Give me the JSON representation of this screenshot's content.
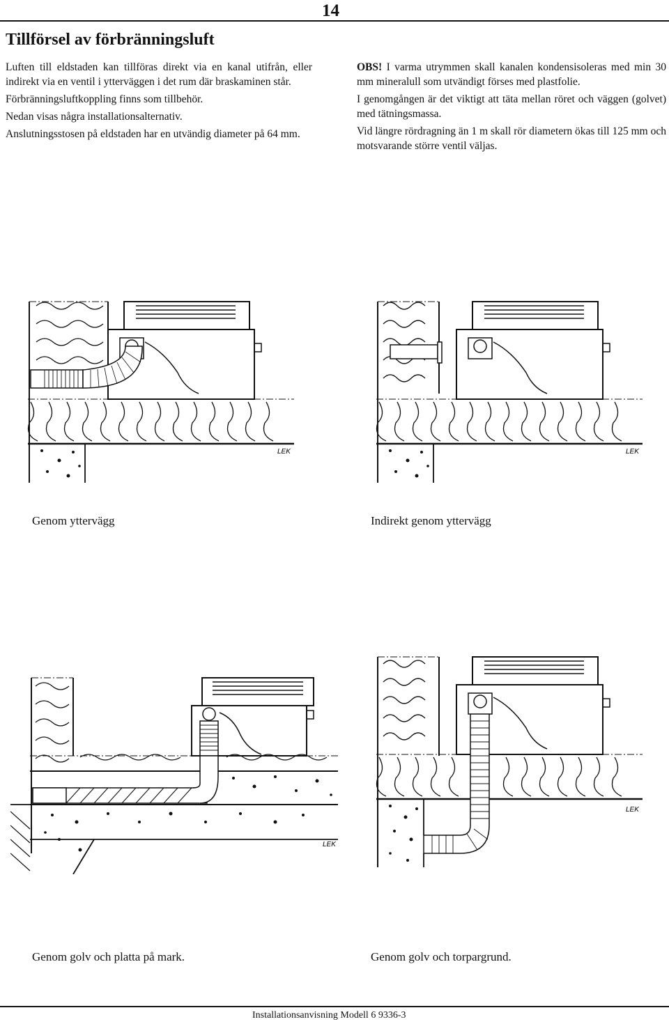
{
  "page_number": "14",
  "title": "Tillförsel av förbränningsluft",
  "left_paragraphs": [
    "Luften till eldstaden kan tillföras direkt via en kanal utifrån, eller indirekt via en ventil i ytterväggen i det rum där braskaminen står.",
    "Förbränningsluftkoppling finns som tillbehör.",
    "Nedan visas några installationsalternativ.",
    "Anslutningsstosen på eldstaden har en utvändig diameter på 64 mm."
  ],
  "obs_label": "OBS!",
  "obs_text": " I varma utrymmen skall kanalen kondensisoleras med min 30 mm mineralull som utvändigt förses med plastfolie.",
  "right_paragraphs": [
    "I genomgången är det viktigt att täta mellan röret och väggen (golvet) med tätningsmassa.",
    "Vid längre rördragning än 1 m skall rör diametern ökas till 125 mm och motsvarande större ventil väljas."
  ],
  "figures": [
    {
      "caption": "Genom yttervägg",
      "lek_label": "LEK"
    },
    {
      "caption": "Indirekt genom yttervägg",
      "lek_label": "LEK"
    },
    {
      "caption": "Genom golv och platta på mark.",
      "lek_label": "LEK"
    },
    {
      "caption": "Genom golv och torpargrund.",
      "lek_label": "LEK"
    }
  ],
  "footer": "Installationsanvisning Modell 6 9336-3"
}
